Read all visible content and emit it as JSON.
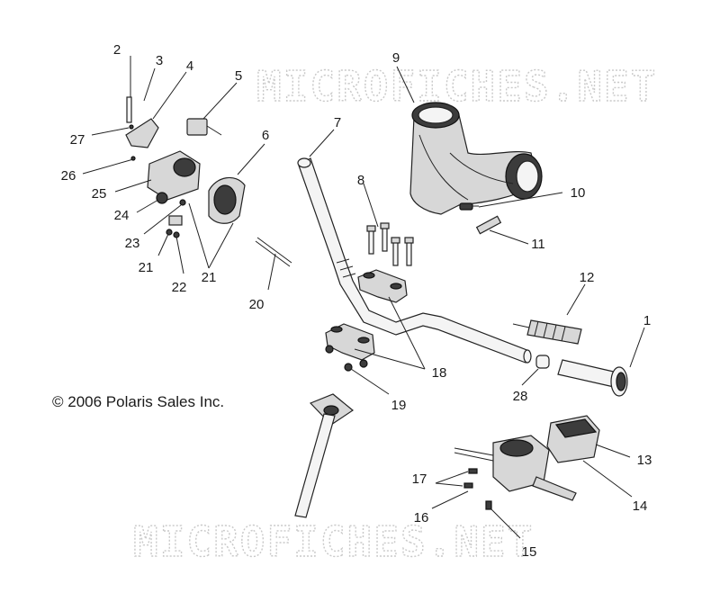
{
  "watermark": {
    "top": "MICROFICHES.NET",
    "bottom": "MICROFICHES.NET"
  },
  "copyright": "© 2006 Polaris Sales Inc.",
  "callouts": {
    "c1": "1",
    "c2": "2",
    "c3": "3",
    "c4": "4",
    "c5": "5",
    "c6": "6",
    "c7": "7",
    "c8": "8",
    "c9": "9",
    "c10": "10",
    "c11": "11",
    "c12": "12",
    "c13": "13",
    "c14": "14",
    "c15": "15",
    "c16": "16",
    "c17": "17",
    "c18": "18",
    "c19": "19",
    "c20": "20",
    "c21a": "21",
    "c21b": "21",
    "c22": "22",
    "c23": "23",
    "c24": "24",
    "c25": "25",
    "c26": "26",
    "c27": "27",
    "c28": "28"
  }
}
